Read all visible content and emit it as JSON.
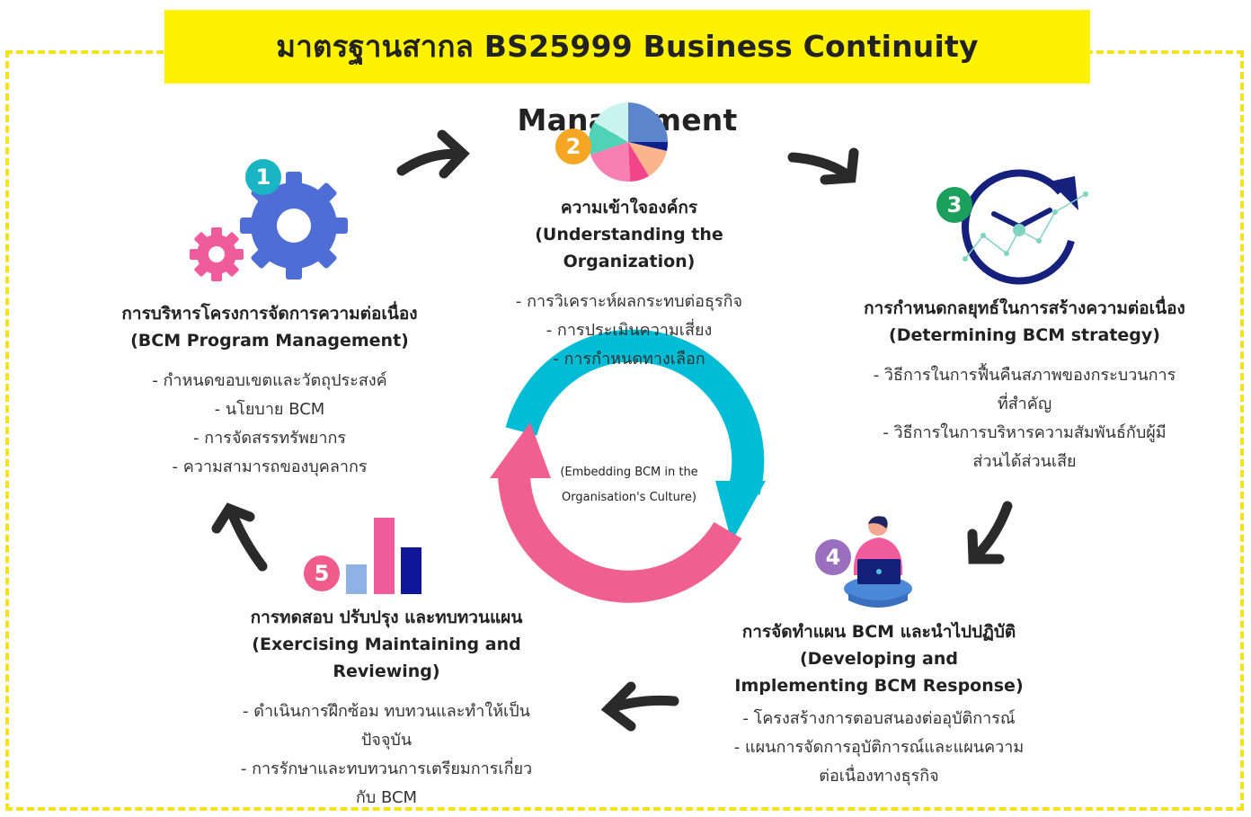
{
  "title": "มาตรฐานสากล BS25999 Business Continuity Management",
  "colors": {
    "accent_yellow": "#fff200",
    "dash_yellow": "#f4e21f",
    "gear_blue": "#4e6ed6",
    "gear_pink": "#f05b9c",
    "cycle_cyan": "#00bcd4",
    "cycle_pink": "#ef6090",
    "arrow_dark": "#2a2a2a"
  },
  "center_text": {
    "line1": "(Embedding BCM in the",
    "line2": "Organisation's Culture)"
  },
  "stages": [
    {
      "number": "1",
      "badge_color": "#19b5c4",
      "icon": "gears-icon",
      "title_th": "การบริหารโครงการจัดการความต่อเนื่อง",
      "title_en": "(BCM Program Management)",
      "items": [
        "กำหนดขอบเขตและวัตถุประสงค์",
        "นโยบาย BCM",
        "การจัดสรรทรัพยากร",
        "ความสามารถของบุคลากร"
      ]
    },
    {
      "number": "2",
      "badge_color": "#f5a623",
      "icon": "pie-chart-icon",
      "title_th": "ความเข้าใจองค์กร",
      "title_en": "(Understanding the Organization)",
      "items": [
        "การวิเคราะห์ผลกระทบต่อธุรกิจ",
        "การประเมินความเสี่ยง",
        "การกำหนดทางเลือก"
      ]
    },
    {
      "number": "3",
      "badge_color": "#1aa05a",
      "icon": "clock-icon",
      "title_th": "การกำหนดกลยุทธ์ในการสร้างความต่อเนื่อง",
      "title_en": "(Determining BCM strategy)",
      "items": [
        "วิธีการในการฟื้นคืนสภาพของกระบวนการที่สำคัญ",
        "วิธีการในการบริหารความสัมพันธ์กับผู้มีส่วนได้ส่วนเสีย"
      ]
    },
    {
      "number": "4",
      "badge_color": "#9a6fbf",
      "icon": "person-laptop-icon",
      "title_th": "การจัดทำแผน BCM และนำไปปฏิบัติ",
      "title_en": "(Developing and Implementing BCM Response)",
      "items": [
        "โครงสร้างการตอบสนองต่ออุบัติการณ์",
        "แผนการจัดการอุบัติการณ์และแผนความต่อเนื่องทางธุรกิจ"
      ]
    },
    {
      "number": "5",
      "badge_color": "#ef5c8c",
      "icon": "bar-chart-icon",
      "title_th": "การทดสอบ ปรับปรุง และทบทวนแผน",
      "title_en": "(Exercising Maintaining and Reviewing)",
      "items": [
        "ดำเนินการฝึกซ้อม ทบทวนและทำให้เป็นปัจจุบัน",
        "การรักษาและทบทวนการเตรียมการเกี่ยวกับ BCM"
      ]
    }
  ]
}
